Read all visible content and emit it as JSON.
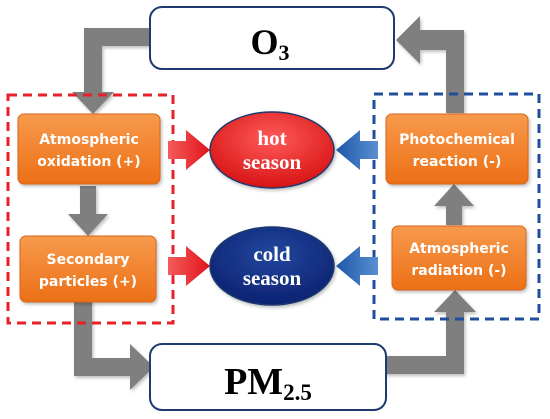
{
  "nodes": {
    "o3": {
      "main": "O",
      "sub": "3"
    },
    "pm25": {
      "main": "PM",
      "sub": "2.5"
    },
    "atmospheric_oxidation": {
      "line1": "Atmospheric",
      "line2": "oxidation (+)"
    },
    "secondary_particles": {
      "line1": "Secondary",
      "line2": "particles (+)"
    },
    "photochemical_reaction": {
      "line1": "Photochemical",
      "line2": "reaction (-)"
    },
    "atmospheric_radiation": {
      "line1": "Atmospheric",
      "line2": "radiation (-)"
    },
    "hot_season": {
      "line1": "hot",
      "line2": "season"
    },
    "cold_season": {
      "line1": "cold",
      "line2": "season"
    }
  },
  "colors": {
    "orange_box": "#F47F2A",
    "red_dash": "#E8202A",
    "blue_dash": "#1F4E9C",
    "hot_fill": "#EA1A1A",
    "cold_fill": "#0D2A8A",
    "red_arrow": "#EE1C25",
    "blue_arrow": "#1F5FB0",
    "gray_arrow": "#7F7F7F"
  }
}
